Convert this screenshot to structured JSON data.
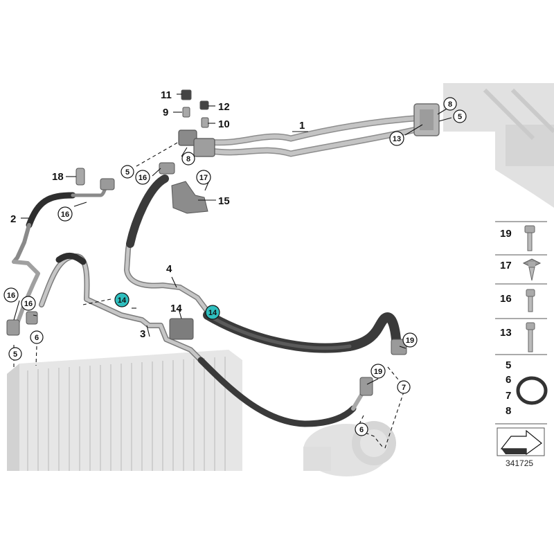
{
  "diagram_number": "341725",
  "callouts": {
    "c1": "1",
    "c2": "2",
    "c3": "3",
    "c4": "4",
    "c5": "5",
    "c6": "6",
    "c7": "7",
    "c8": "8",
    "c9": "9",
    "c10": "10",
    "c11": "11",
    "c12": "12",
    "c13": "13",
    "c14": "14",
    "c15": "15",
    "c16": "16",
    "c17": "17",
    "c18": "18",
    "c19": "19"
  },
  "parts_legend": [
    {
      "number": "19",
      "icon": "bolt-icon"
    },
    {
      "number": "17",
      "icon": "flange-bolt-icon"
    },
    {
      "number": "16",
      "icon": "short-bolt-icon"
    },
    {
      "number": "13",
      "icon": "stud-bolt-icon"
    },
    {
      "numbers": [
        "5",
        "6",
        "7",
        "8"
      ],
      "icon": "o-ring-icon"
    },
    {
      "icon": "direction-arrow-icon"
    }
  ],
  "colors": {
    "highlight_callout": "#2fbfbf",
    "hose": "#3a3a3a",
    "pipe": "#b9b9b9",
    "ghost_part": "#dcdcdc"
  }
}
